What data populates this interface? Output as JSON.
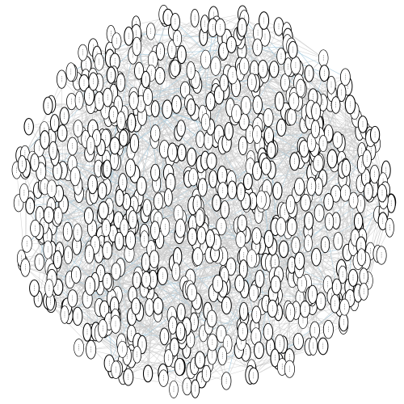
{
  "diagram": {
    "type": "network-graph",
    "node_shape": "ellipse",
    "node_count": 820,
    "edge_count": 2400,
    "colors": {
      "background": "#ffffff",
      "node_fill": "#ffffff",
      "node_stroke": "#000000",
      "edge_grey": "#c8c8c8",
      "edge_blue": "#9fc6dc"
    }
  }
}
